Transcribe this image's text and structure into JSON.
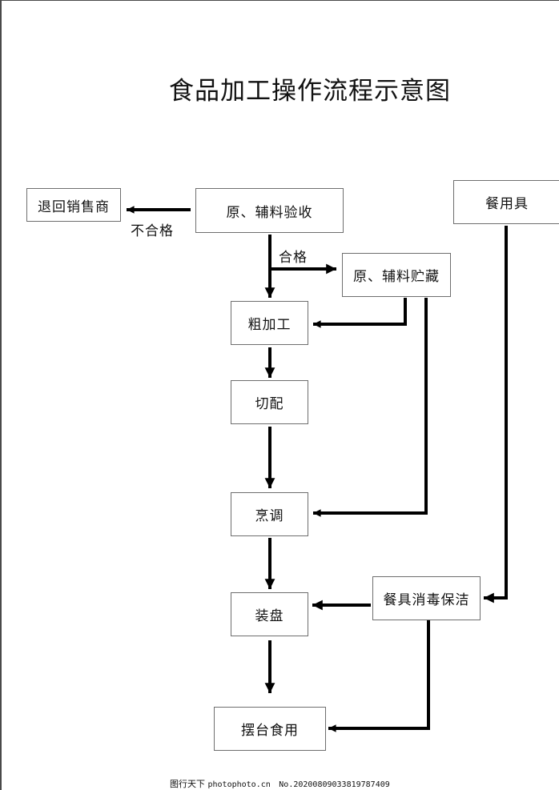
{
  "title": "食品加工操作流程示意图",
  "nodes": {
    "return_to_seller": "退回销售商",
    "raw_material_inspection": "原、辅料验收",
    "tableware": "餐用具",
    "raw_material_storage": "原、辅料贮藏",
    "rough_processing": "粗加工",
    "cutting": "切配",
    "cooking": "烹调",
    "plating": "装盘",
    "tableware_disinfection": "餐具消毒保洁",
    "serving": "摆台食用"
  },
  "edge_labels": {
    "unqualified": "不合格",
    "qualified": "合格"
  },
  "edges": [
    {
      "from": "raw_material_inspection",
      "to": "return_to_seller",
      "label": "不合格"
    },
    {
      "from": "raw_material_inspection",
      "to": "raw_material_storage",
      "label": "合格"
    },
    {
      "from": "raw_material_inspection",
      "to": "rough_processing",
      "label": ""
    },
    {
      "from": "raw_material_storage",
      "to": "rough_processing",
      "label": ""
    },
    {
      "from": "raw_material_storage",
      "to": "cooking",
      "label": ""
    },
    {
      "from": "rough_processing",
      "to": "cutting",
      "label": ""
    },
    {
      "from": "cutting",
      "to": "cooking",
      "label": ""
    },
    {
      "from": "cooking",
      "to": "plating",
      "label": ""
    },
    {
      "from": "tableware",
      "to": "tableware_disinfection",
      "label": ""
    },
    {
      "from": "tableware_disinfection",
      "to": "plating",
      "label": ""
    },
    {
      "from": "plating",
      "to": "serving",
      "label": ""
    },
    {
      "from": "tableware_disinfection",
      "to": "serving",
      "label": ""
    }
  ],
  "footer": {
    "site_name": "图行天下",
    "domain": "photophoto.cn",
    "number": "No.20200809033819787409"
  }
}
